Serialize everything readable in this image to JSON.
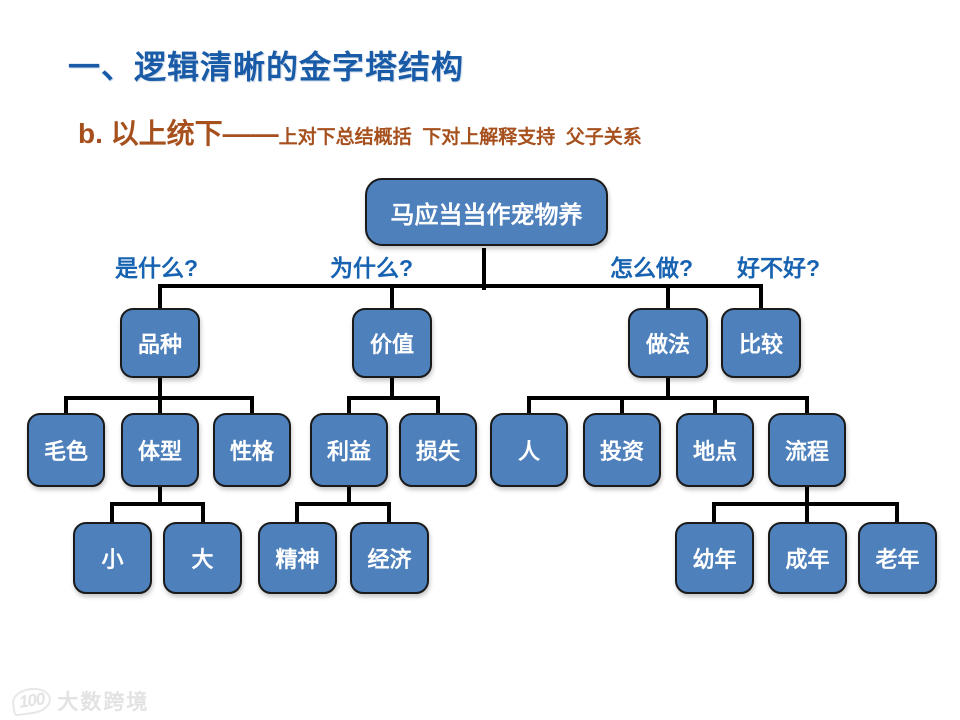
{
  "header": {
    "title": "一、逻辑清晰的金字塔结构"
  },
  "subtitle": {
    "lead": "b. 以上统下——",
    "rest": "上对下总结概括  下对上解释支持  父子关系"
  },
  "questions": [
    {
      "label": "是什么?"
    },
    {
      "label": "为什么?"
    },
    {
      "label": "怎么做?"
    },
    {
      "label": "好不好?"
    }
  ],
  "tree": {
    "root": {
      "label": "马应当当作宠物养"
    },
    "level2": [
      {
        "label": "品种"
      },
      {
        "label": "价值"
      },
      {
        "label": "做法"
      },
      {
        "label": "比较"
      }
    ],
    "level3": [
      {
        "label": "毛色"
      },
      {
        "label": "体型"
      },
      {
        "label": "性格"
      },
      {
        "label": "利益"
      },
      {
        "label": "损失"
      },
      {
        "label": "人"
      },
      {
        "label": "投资"
      },
      {
        "label": "地点"
      },
      {
        "label": "流程"
      }
    ],
    "level4": [
      {
        "label": "小"
      },
      {
        "label": "大"
      },
      {
        "label": "精神"
      },
      {
        "label": "经济"
      },
      {
        "label": "幼年"
      },
      {
        "label": "成年"
      },
      {
        "label": "老年"
      }
    ]
  },
  "watermark": {
    "logo": "100",
    "text": "大数跨境"
  },
  "colors": {
    "node_fill": "#4E80BC",
    "node_border": "#1A1A1A",
    "connector": "#000000",
    "title_blue": "#1A5BA8",
    "question_blue": "#1763B2",
    "subtitle_brown": "#A6501E",
    "watermark_gray": "#E3E3E3"
  }
}
